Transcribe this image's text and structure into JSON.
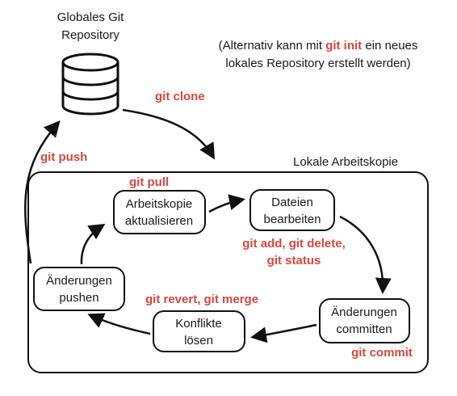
{
  "colors": {
    "command": "#d9463b",
    "text": "#1a1a1a",
    "line": "#111111"
  },
  "repository": {
    "icon": "database-icon",
    "title_line1": "Globales Git",
    "title_line2": "Repository"
  },
  "note": {
    "line1_prefix": "(Alternativ kann mit ",
    "line1_command": "git init",
    "line1_suffix": " ein neues",
    "line2": "lokales Repository erstellt werden)"
  },
  "local_copy": {
    "label": "Lokale Arbeitskopie"
  },
  "steps": {
    "update": {
      "line1": "Arbeitskopie",
      "line2": "aktualisieren"
    },
    "edit": {
      "line1": "Dateien",
      "line2": "bearbeiten"
    },
    "commit": {
      "line1": "Änderungen",
      "line2": "committen"
    },
    "resolve": {
      "line1": "Konflikte",
      "line2": "lösen"
    },
    "push": {
      "line1": "Änderungen",
      "line2": "pushen"
    }
  },
  "commands": {
    "clone": "git clone",
    "push": "git push",
    "pull": "git pull",
    "add_line1": "git add, git delete,",
    "add_line2": "git status",
    "commit": "git commit",
    "revert_merge": "git revert, git merge"
  }
}
